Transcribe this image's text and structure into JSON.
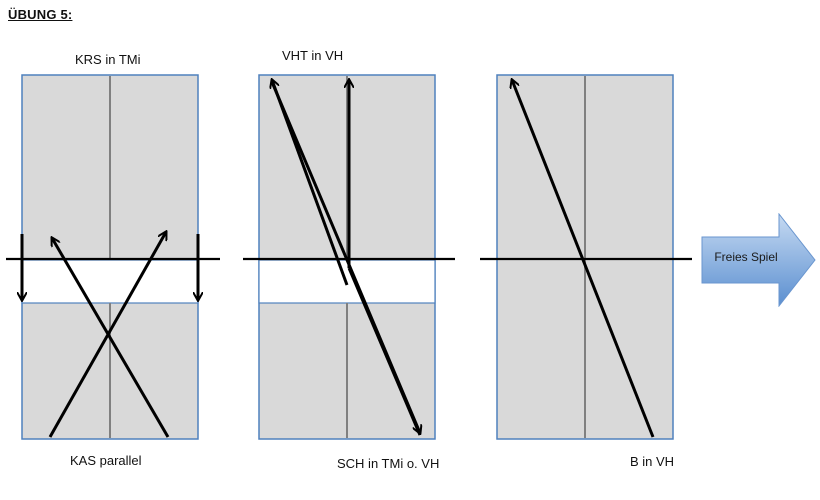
{
  "title": "ÜBUNG 5:",
  "panels": [
    {
      "top_label": "KRS in TMi",
      "bottom_label": "KAS parallel"
    },
    {
      "top_label": "VHT in VH",
      "bottom_label": "SCH in TMi o. VH"
    },
    {
      "top_label": "",
      "bottom_label": "B in VH"
    }
  ],
  "next_step": {
    "label": "Freies Spiel"
  },
  "colors": {
    "court": "#d9d9d9",
    "court_border": "#4f81bd",
    "center_line": "#808080",
    "arrow_fill_start": "#bcd4f0",
    "arrow_fill_end": "#4f81bd"
  }
}
